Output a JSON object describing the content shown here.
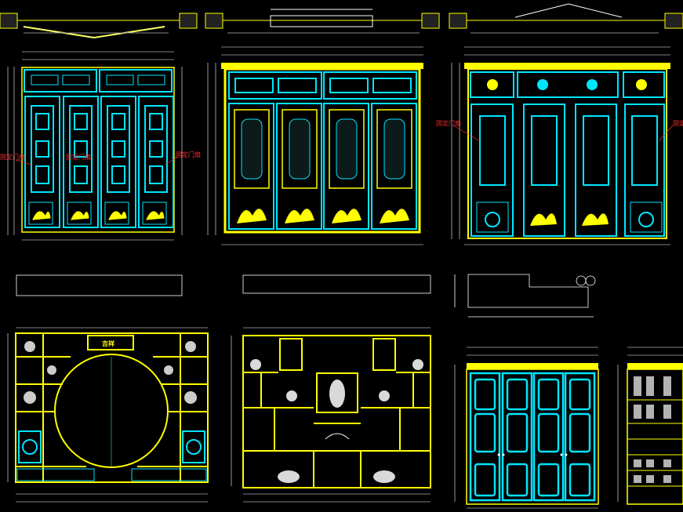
{
  "drawing": {
    "background": "#000000",
    "colors": {
      "yellow": "#ffff00",
      "cyan": "#00e5ff",
      "white": "#ffffff",
      "red": "#ff2a2a",
      "green": "#00ff66"
    },
    "annotations": {
      "fixed_door_left": "固定门扇",
      "fixed_door_right": "固定门扇",
      "fixed_door_mid": "固定门扇",
      "fixed_door_3a": "固定门扇",
      "fixed_door_3b": "固定门扇",
      "plaque_text": "吉祥"
    }
  }
}
